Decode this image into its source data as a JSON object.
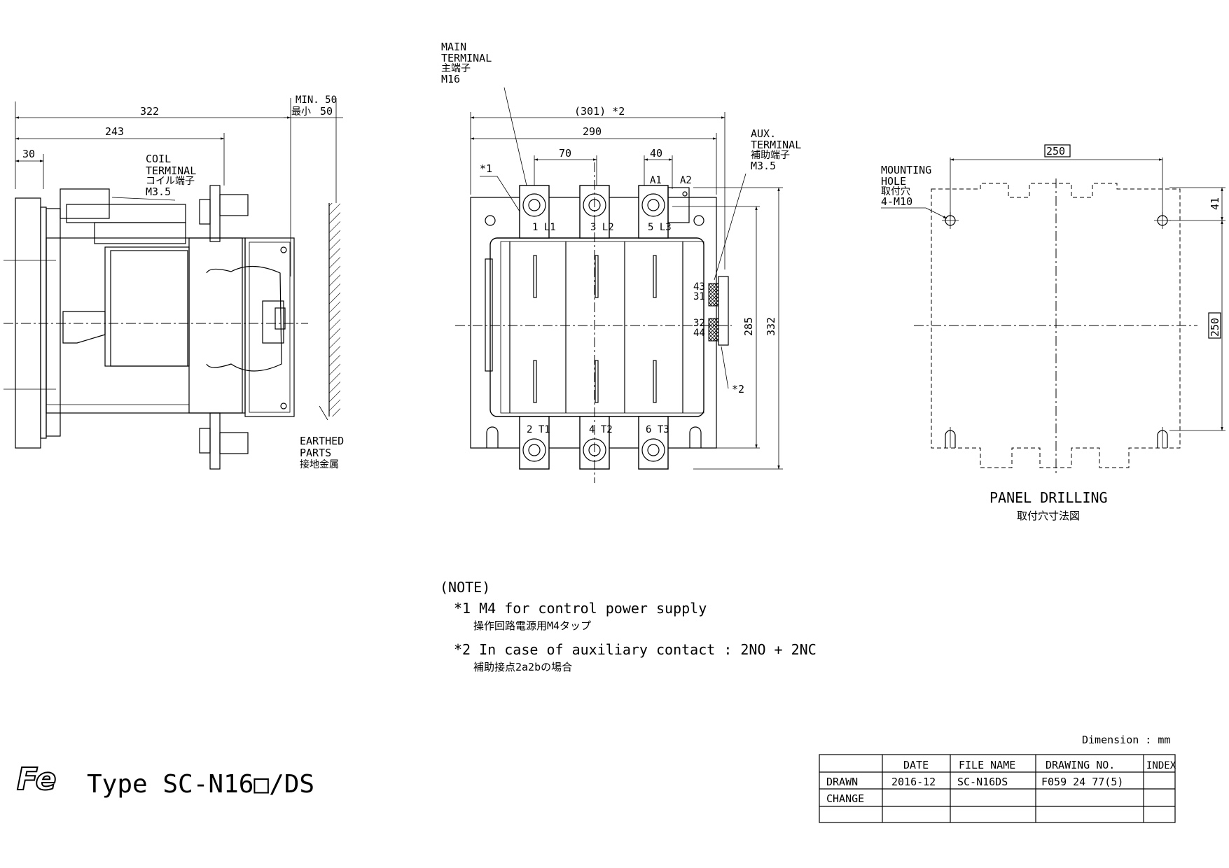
{
  "side_view": {
    "dim_322": "322",
    "dim_243": "243",
    "dim_30": "30",
    "min_label": "MIN. 50",
    "min_jp": "最小",
    "min_value": "50",
    "coil_terminal": [
      "COIL",
      "TERMINAL",
      "コイル端子",
      "M3.5"
    ],
    "earthed_parts": [
      "EARTHED",
      "PARTS",
      "接地金属"
    ]
  },
  "front_view": {
    "main_terminal": [
      "MAIN",
      "TERMINAL",
      "主端子",
      "M16"
    ],
    "dim_301": "(301) *2",
    "dim_290": "290",
    "dim_70": "70",
    "dim_40": "40",
    "star1": "*1",
    "star2": "*2",
    "aux_terminal": [
      "AUX.",
      "TERMINAL",
      "補助端子",
      "M3.5"
    ],
    "line_labels_top": [
      "1 L1",
      "3 L2",
      "5 L3"
    ],
    "line_labels_bottom": [
      "2 T1",
      "4 T2",
      "6 T3"
    ],
    "coil_labels": [
      "A1",
      "A2"
    ],
    "aux_numbers": [
      "43",
      "31",
      "32",
      "44"
    ],
    "dim_285": "285",
    "dim_332": "332"
  },
  "panel_drilling": {
    "dim_250_h": "250",
    "dim_250_v": "250",
    "dim_41": "41",
    "mounting_hole": [
      "MOUNTING",
      "HOLE",
      "取付穴",
      "4-M10"
    ],
    "title": "PANEL DRILLING",
    "title_jp": "取付穴寸法図"
  },
  "notes": {
    "heading": "(NOTE)",
    "note1": "*1 M4 for control power supply",
    "note1_jp": "操作回路電源用M4タップ",
    "note2": "*2 In case of auxiliary contact : 2NO + 2NC",
    "note2_jp": "補助接点2a2bの場合"
  },
  "footer": {
    "logo": "Fe",
    "type_text": "Type SC-N16□/DS",
    "dimension_unit": "Dimension : mm",
    "table": {
      "headers": [
        "",
        "DATE",
        "FILE NAME",
        "DRAWING NO.",
        "INDEX"
      ],
      "rows": [
        [
          "DRAWN",
          "2016-12",
          "SC-N16DS",
          "F059 24 77(5)",
          ""
        ],
        [
          "CHANGE",
          "",
          "",
          "",
          ""
        ],
        [
          "",
          "",
          "",
          "",
          ""
        ]
      ]
    }
  }
}
